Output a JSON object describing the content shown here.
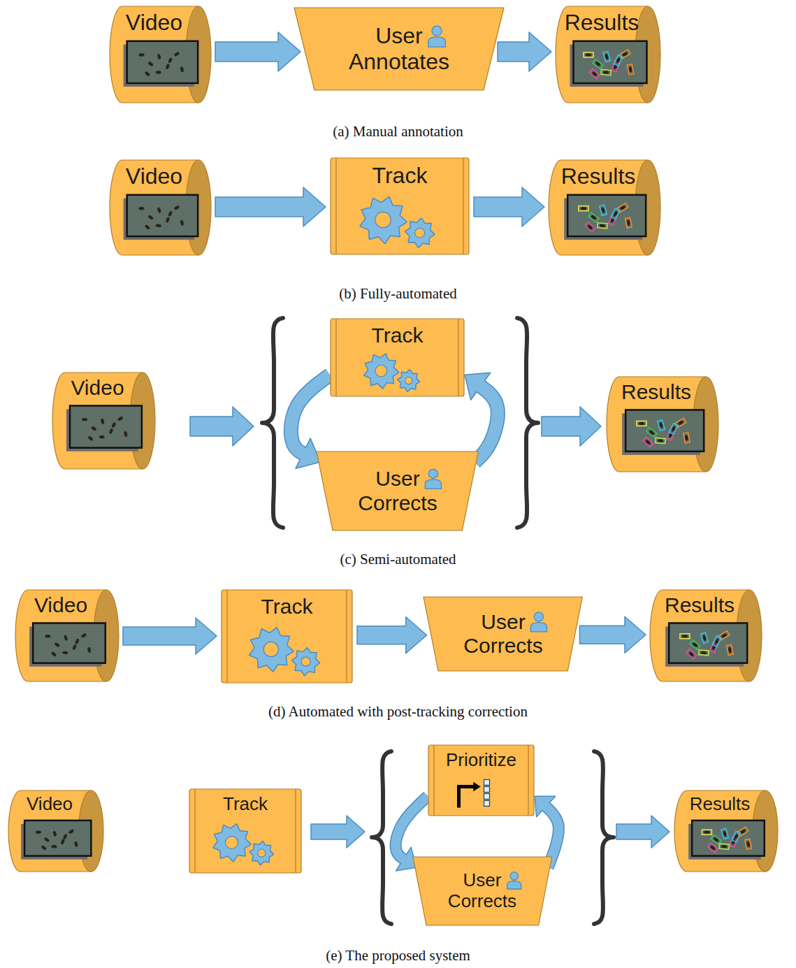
{
  "diagram": {
    "nodes": [
      {
        "text": [
          "Video"
        ]
      },
      {
        "text": [
          "User Annotates"
        ]
      },
      {
        "text": [
          "Results"
        ]
      },
      {
        "text": [
          "Video"
        ]
      },
      {
        "text": [
          "Track"
        ]
      },
      {
        "text": [
          "Results"
        ]
      },
      {
        "text": [
          "Video"
        ]
      },
      {
        "text": [
          "Track"
        ]
      },
      {
        "text": [
          "User Corrects"
        ]
      },
      {
        "text": [
          "Results"
        ]
      },
      {
        "text": [
          "Video"
        ]
      },
      {
        "text": [
          "Track"
        ]
      },
      {
        "text": [
          "User Corrects"
        ]
      },
      {
        "text": [
          "Results"
        ]
      },
      {
        "text": [
          "Video"
        ]
      },
      {
        "text": [
          "Track"
        ]
      },
      {
        "text": [
          "Prioritize"
        ]
      },
      {
        "text": [
          "User Corrects"
        ]
      },
      {
        "text": [
          "Results"
        ]
      }
    ],
    "edges": [
      {
        "from": 0,
        "to": 1,
        "arrow": "to"
      },
      {
        "from": 1,
        "to": 2,
        "arrow": "to"
      },
      {
        "from": 3,
        "to": 4,
        "arrow": "to"
      },
      {
        "from": 4,
        "to": 5,
        "arrow": "to"
      },
      {
        "from": 7,
        "to": 8,
        "arrow": "to"
      },
      {
        "from": 8,
        "to": 7,
        "arrow": "to"
      },
      {
        "from": 10,
        "to": 11,
        "arrow": "to"
      },
      {
        "from": 11,
        "to": 12,
        "arrow": "to"
      },
      {
        "from": 12,
        "to": 13,
        "arrow": "to"
      },
      {
        "from": 16,
        "to": 17,
        "arrow": "to"
      },
      {
        "from": 17,
        "to": 16,
        "arrow": "to"
      }
    ],
    "labels": [
      "(a) Manual annotation",
      "(b) Fully-automated",
      "(c) Semi-automated",
      "(d) Automated with post-tracking correction",
      "(e) The proposed system"
    ]
  }
}
